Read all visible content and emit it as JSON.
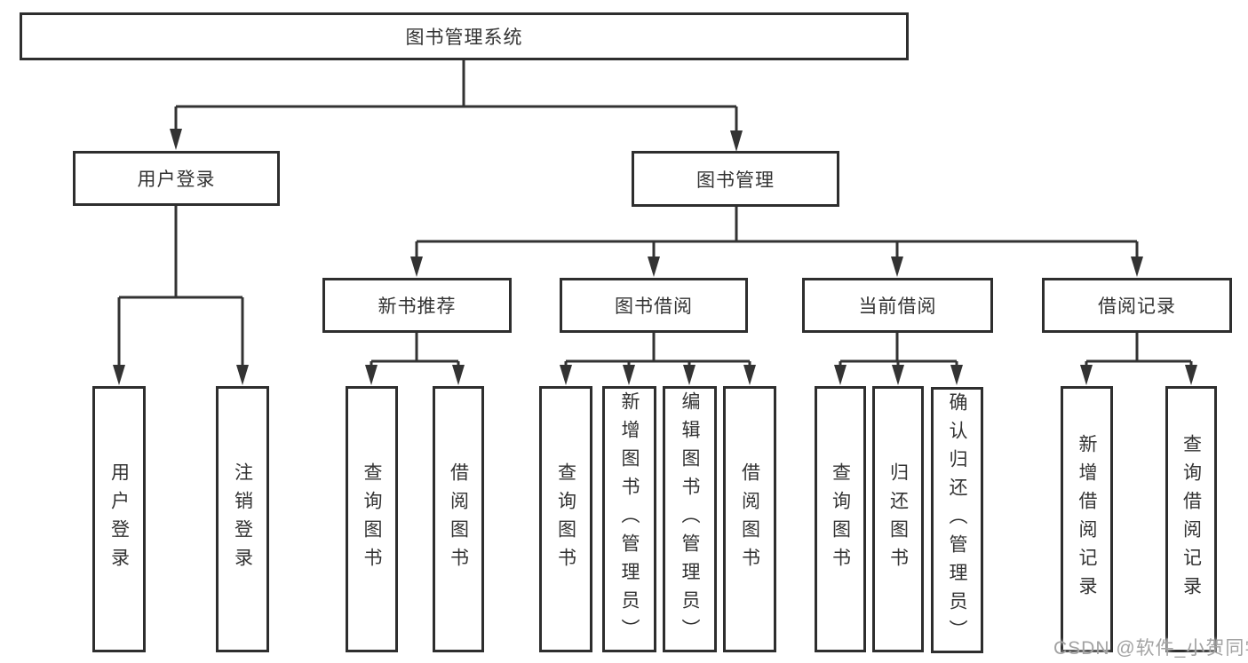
{
  "colors": {
    "line": "#333333",
    "box_border": "#2e2e2e",
    "box_fill": "#ffffff",
    "text": "#333333",
    "watermark": "#a3a3a3",
    "background": "#ffffff"
  },
  "tree": {
    "label": "图书管理系统",
    "children": [
      {
        "label": "用户登录",
        "children": [
          {
            "label": "用户登录"
          },
          {
            "label": "注销登录"
          }
        ]
      },
      {
        "label": "图书管理",
        "children": [
          {
            "label": "新书推荐",
            "children": [
              {
                "label": "查询图书"
              },
              {
                "label": "借阅图书"
              }
            ]
          },
          {
            "label": "图书借阅",
            "children": [
              {
                "label": "查询图书"
              },
              {
                "label": "新增图书（管理员）"
              },
              {
                "label": "编辑图书（管理员）"
              },
              {
                "label": "借阅图书"
              }
            ]
          },
          {
            "label": "当前借阅",
            "children": [
              {
                "label": "查询图书"
              },
              {
                "label": "归还图书"
              },
              {
                "label": "确认归还（管理员）"
              }
            ]
          },
          {
            "label": "借阅记录",
            "children": [
              {
                "label": "新增借阅记录"
              },
              {
                "label": "查询借阅记录"
              }
            ]
          }
        ]
      }
    ]
  },
  "watermark": {
    "text": "CSDN @软件_小贺同学"
  }
}
